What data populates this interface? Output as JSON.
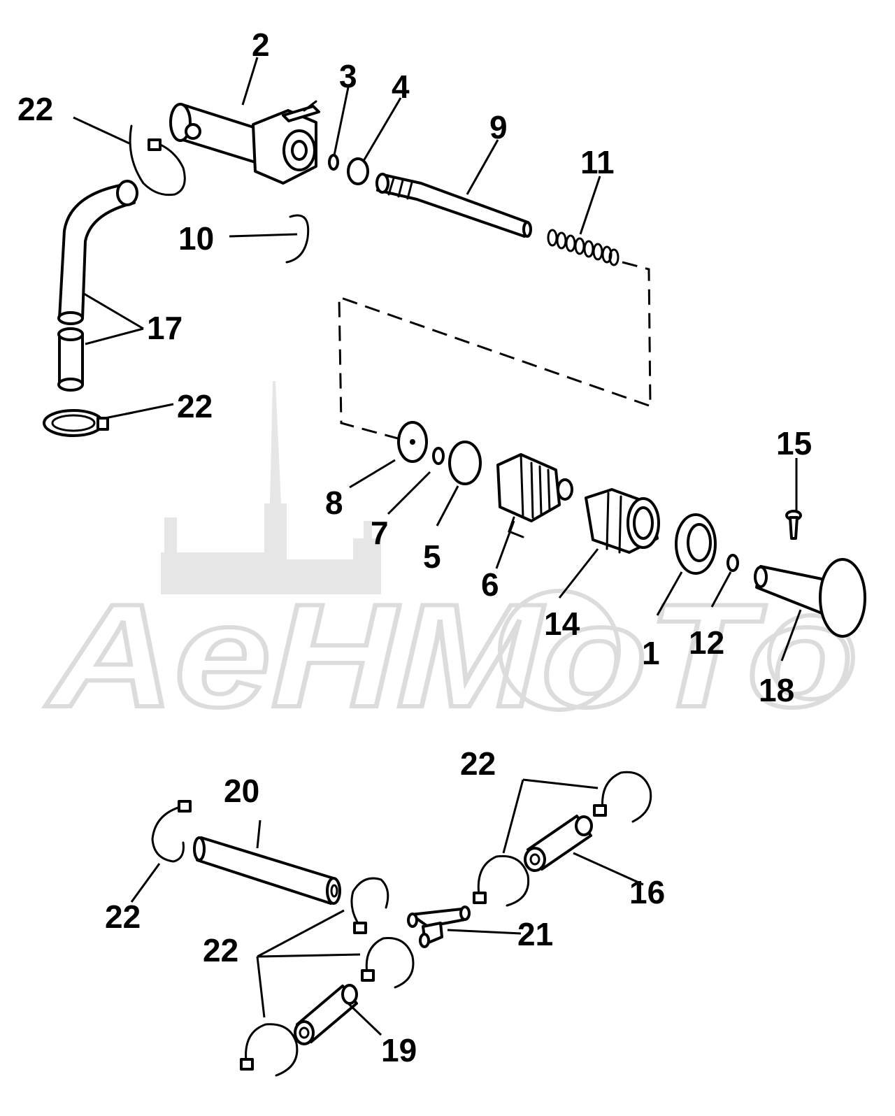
{
  "watermark": {
    "text": "AeHMoTo",
    "color": "#dcdcdc"
  },
  "callouts": {
    "c1": "1",
    "c2": "2",
    "c3": "3",
    "c4": "4",
    "c5": "5",
    "c6": "6",
    "c7": "7",
    "c8": "8",
    "c9": "9",
    "c10": "10",
    "c11": "11",
    "c12": "12",
    "c14": "14",
    "c15": "15",
    "c16": "16",
    "c17": "17",
    "c18": "18",
    "c19": "19",
    "c20": "20",
    "c21": "21",
    "c22a": "22",
    "c22b": "22",
    "c22c": "22",
    "c22d": "22",
    "c22e": "22"
  }
}
